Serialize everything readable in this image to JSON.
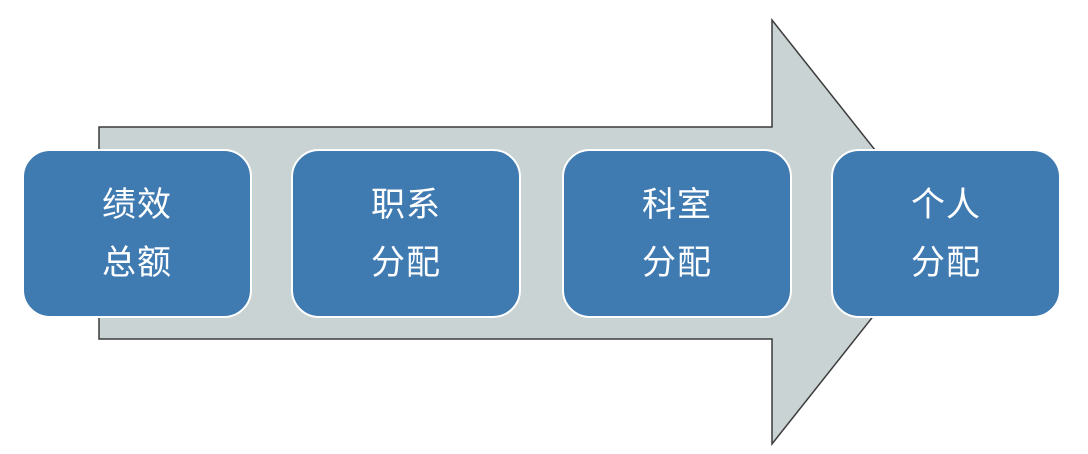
{
  "colors": {
    "arrow_fill": "#c9d3d3",
    "arrow_stroke": "#3b3b3b",
    "box_fill": "#3f7ab1",
    "box_text": "#ffffff"
  },
  "steps": [
    {
      "line1": "绩效",
      "line2": "总额"
    },
    {
      "line1": "职系",
      "line2": "分配"
    },
    {
      "line1": "科室",
      "line2": "分配"
    },
    {
      "line1": "个人",
      "line2": "分配"
    }
  ]
}
